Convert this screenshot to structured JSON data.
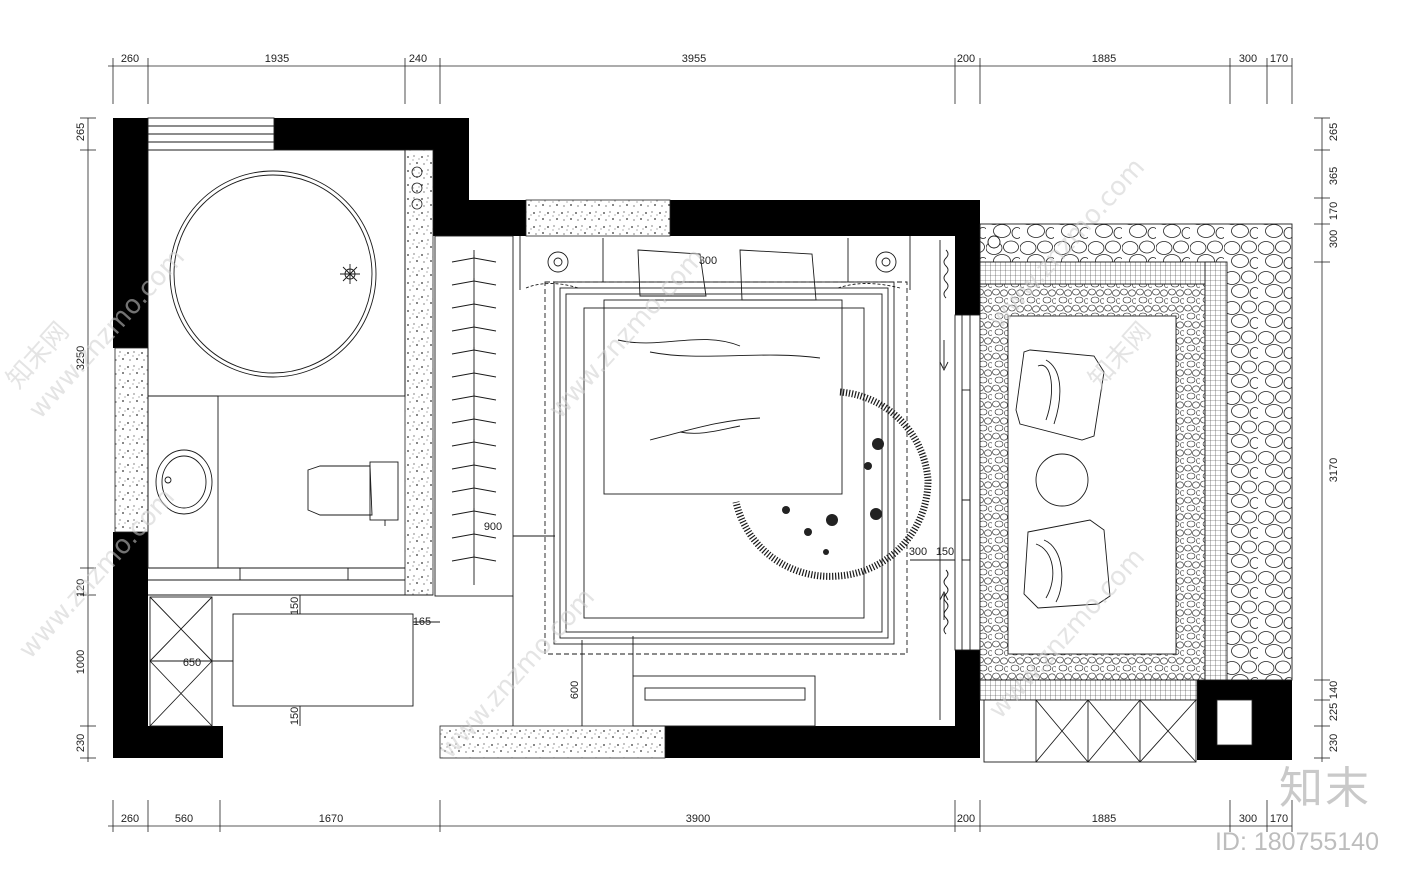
{
  "dimensions": {
    "top": [
      "260",
      "1935",
      "240",
      "3955",
      "200",
      "1885",
      "300",
      "170"
    ],
    "bottom": [
      "260",
      "560",
      "1670",
      "3900",
      "200",
      "1885",
      "300",
      "170"
    ],
    "left": [
      "265",
      "3250",
      "120",
      "1000",
      "230"
    ],
    "right": [
      "265",
      "365",
      "170",
      "300",
      "3170",
      "140",
      "225",
      "230"
    ],
    "inner": {
      "wardrobe_width": "900",
      "bedside_a": "300",
      "bedside_b": "150",
      "headboard": "300",
      "stool_top": "150",
      "stool_bottom": "150",
      "stool_side": "165",
      "stool_len": "650",
      "tv_offset": "600"
    }
  },
  "watermark": {
    "site": "www.znzmo.com",
    "brand": "知末",
    "brand_short": "知末网",
    "id_label": "ID: 180755140"
  },
  "colors": {
    "wall": "#000000",
    "line": "#1a1a1a",
    "watermark": "#cccccc"
  }
}
